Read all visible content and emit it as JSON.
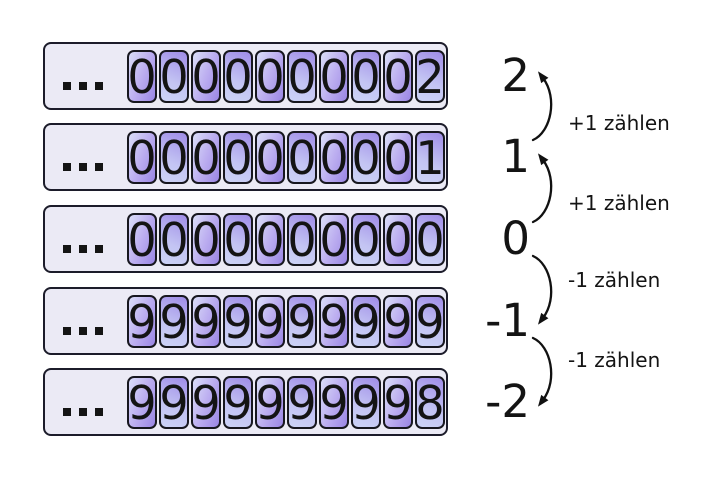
{
  "counter_rows": [
    {
      "ellipsis": "...",
      "digits": [
        "0",
        "0",
        "0",
        "0",
        "0",
        "0",
        "0",
        "0",
        "0",
        "2"
      ],
      "value": "2"
    },
    {
      "ellipsis": "...",
      "digits": [
        "0",
        "0",
        "0",
        "0",
        "0",
        "0",
        "0",
        "0",
        "0",
        "1"
      ],
      "value": "1"
    },
    {
      "ellipsis": "...",
      "digits": [
        "0",
        "0",
        "0",
        "0",
        "0",
        "0",
        "0",
        "0",
        "0",
        "0"
      ],
      "value": "0"
    },
    {
      "ellipsis": "...",
      "digits": [
        "9",
        "9",
        "9",
        "9",
        "9",
        "9",
        "9",
        "9",
        "9",
        "9"
      ],
      "value": "-1"
    },
    {
      "ellipsis": "...",
      "digits": [
        "9",
        "9",
        "9",
        "9",
        "9",
        "9",
        "9",
        "9",
        "9",
        "8"
      ],
      "value": "-2"
    }
  ],
  "transitions": [
    {
      "label": "+1 zählen",
      "direction": "up"
    },
    {
      "label": "+1 zählen",
      "direction": "up"
    },
    {
      "label": "-1 zählen",
      "direction": "down"
    },
    {
      "label": "-1 zählen",
      "direction": "down"
    }
  ],
  "colors": {
    "background": "#ffffff",
    "row_fill": "#ebeaf5",
    "row_border": "#1c1c2a",
    "cell_border": "#17171f",
    "cell_light": "#dadef8",
    "cell_purple": "#9a86e4",
    "text": "#141414"
  }
}
